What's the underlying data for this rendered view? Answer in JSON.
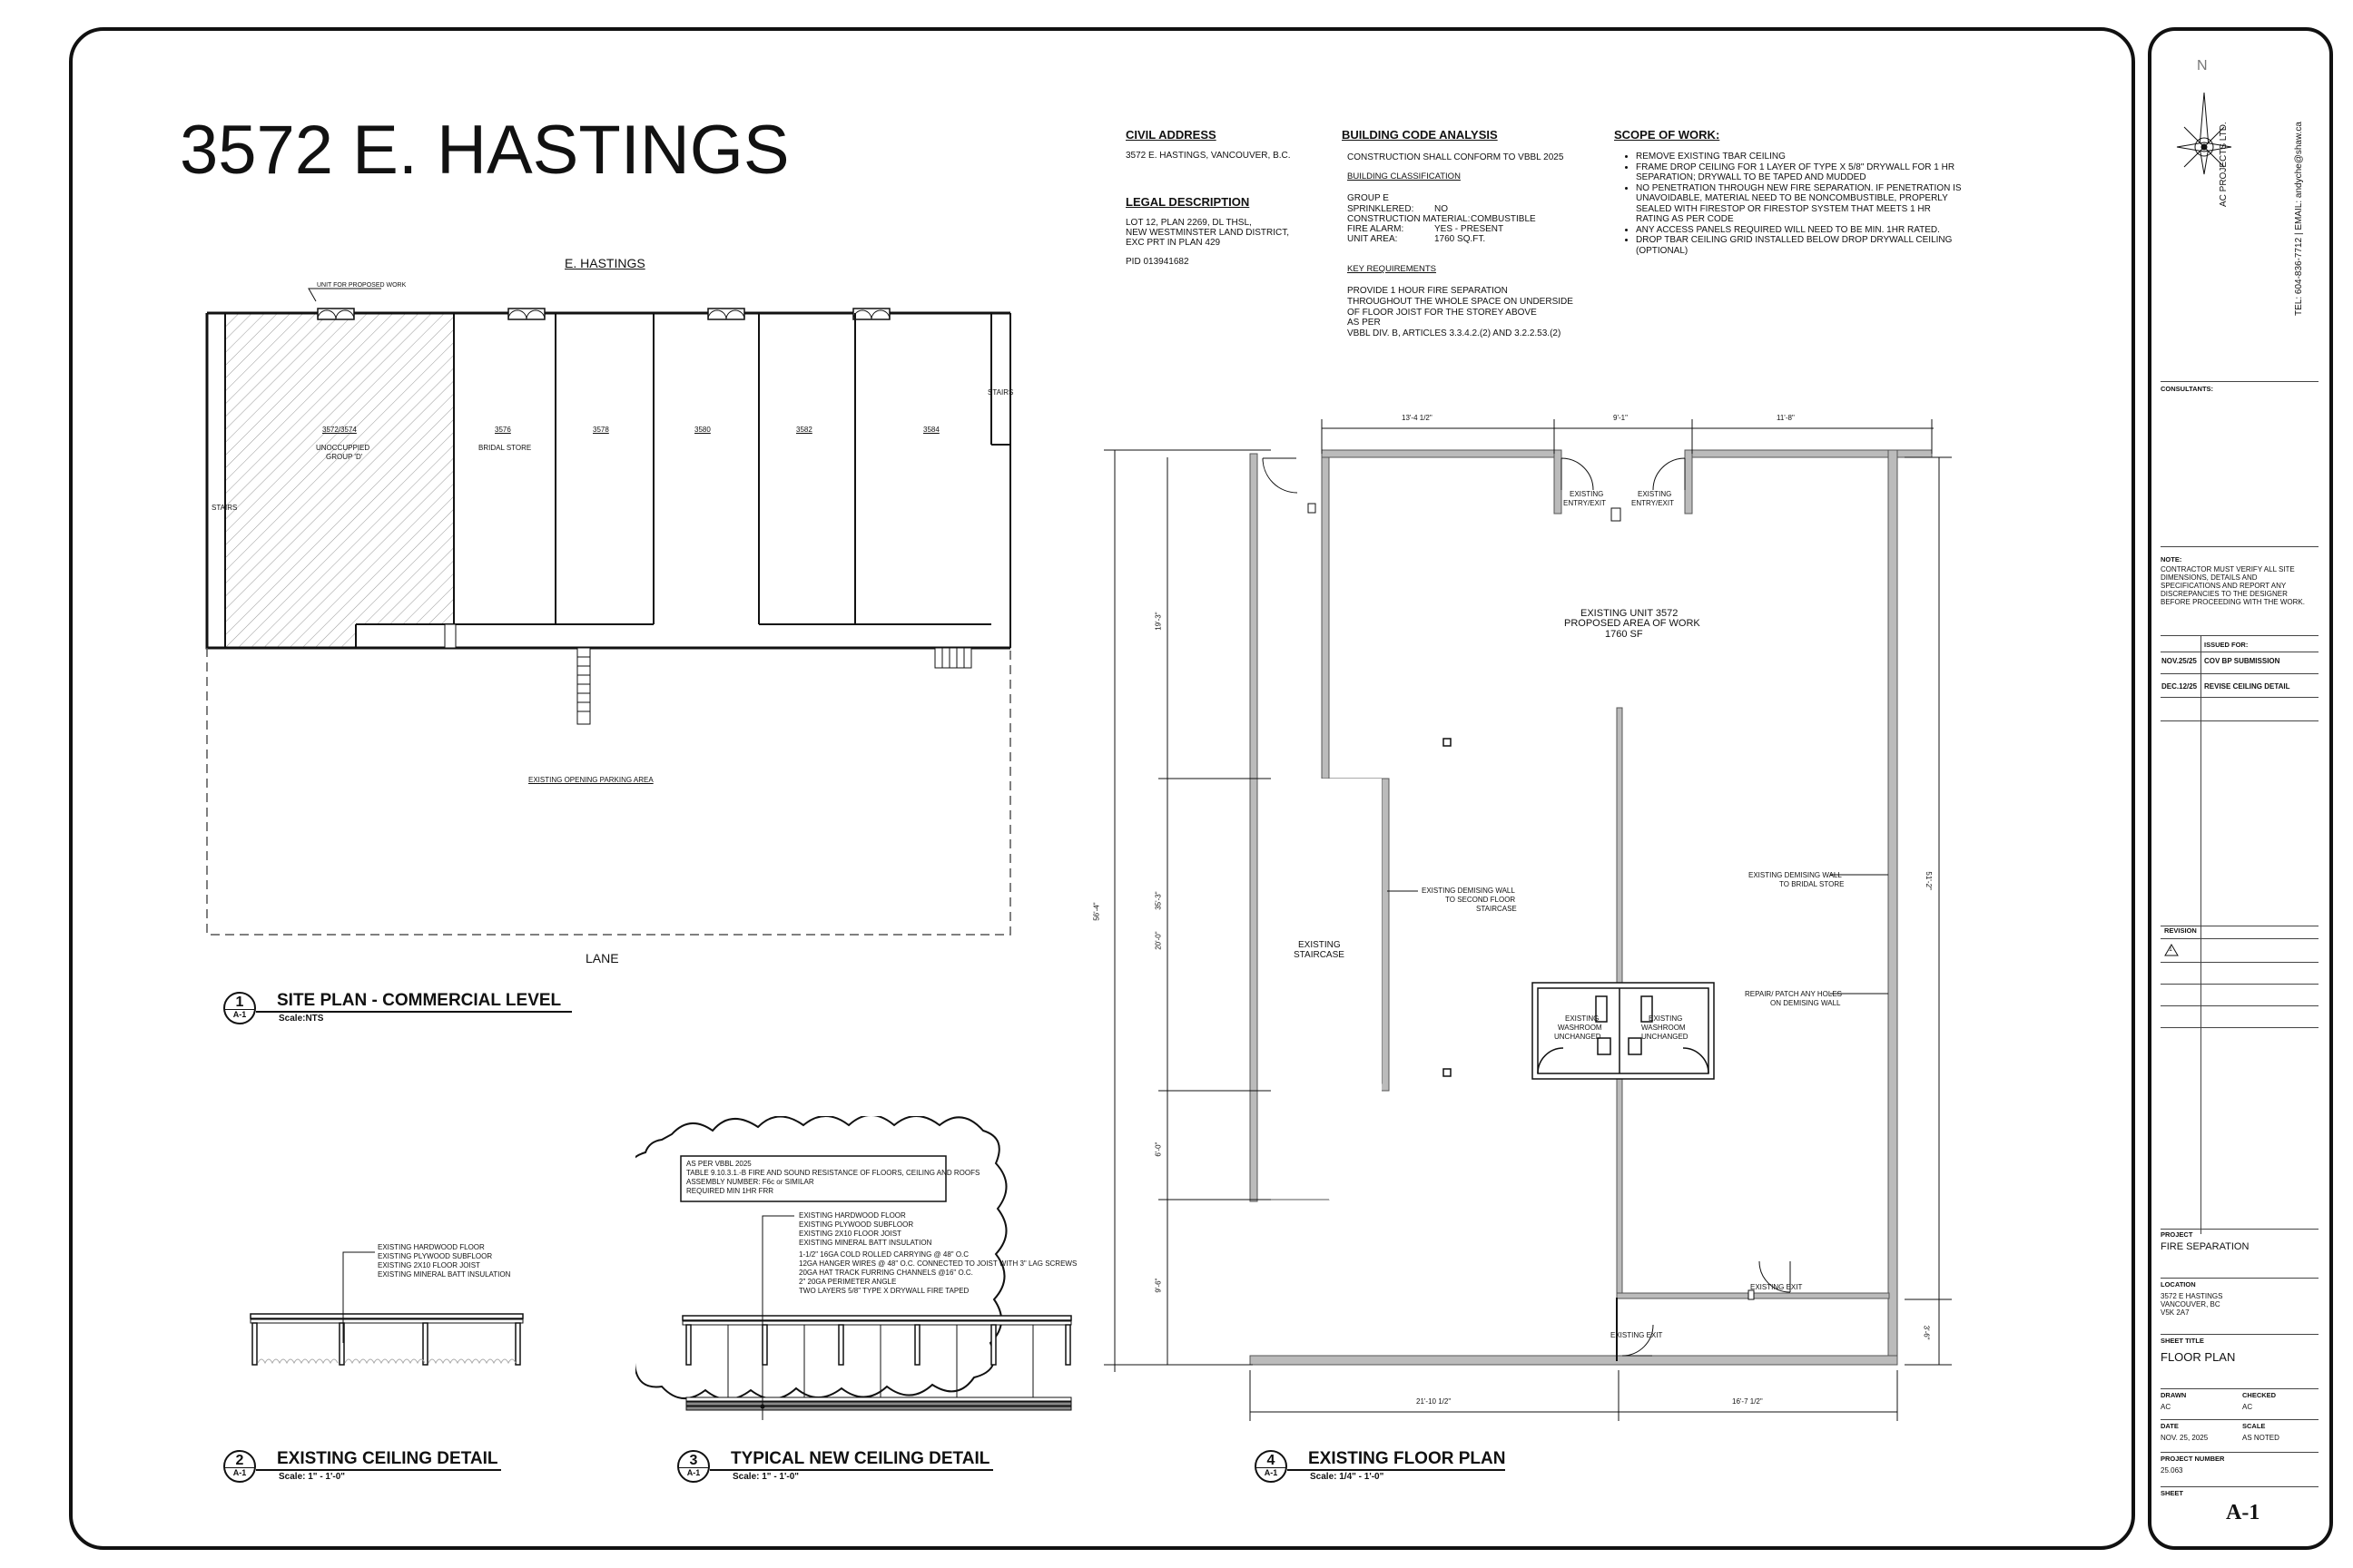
{
  "sheet": {
    "main_title": "3572 E. HASTINGS"
  },
  "info": {
    "civil_address_heading": "CIVIL ADDRESS",
    "civil_address": "3572  E. HASTINGS, VANCOUVER, B.C.",
    "legal_heading": "LEGAL DESCRIPTION",
    "legal_lines": [
      "LOT 12, PLAN 2269, DL THSL,",
      "NEW WESTMINSTER LAND DISTRICT,",
      "EXC PRT IN PLAN 429"
    ],
    "pid": "PID 013941682",
    "code_heading": "BUILDING CODE ANALYSIS",
    "code_conform": "CONSTRUCTION SHALL CONFORM TO VBBL 2025",
    "classification_heading": "BUILDING CLASSIFICATION",
    "classification": [
      {
        "k": "GROUP E",
        "v": ""
      },
      {
        "k": "SPRINKLERED:",
        "v": "NO"
      },
      {
        "k": "CONSTRUCTION MATERIAL:",
        "v": "COMBUSTIBLE"
      },
      {
        "k": "FIRE ALARM:",
        "v": "YES - PRESENT"
      },
      {
        "k": "UNIT AREA:",
        "v": "1760 SQ.FT."
      }
    ],
    "key_req_heading": "KEY REQUIREMENTS",
    "key_req_lines": [
      "PROVIDE 1 HOUR FIRE SEPARATION",
      "THROUGHOUT THE WHOLE SPACE ON UNDERSIDE",
      "OF FLOOR JOIST FOR THE STOREY ABOVE",
      "AS PER",
      "VBBL DIV. B, ARTICLES 3.3.4.2.(2) AND 3.2.2.53.(2)"
    ],
    "scope_heading": "SCOPE OF WORK:",
    "scope_items": [
      "REMOVE EXISTING TBAR CEILING",
      "FRAME DROP CEILING FOR 1 LAYER OF TYPE X 5/8\" DRYWALL FOR 1 HR SEPARATION; DRYWALL TO BE TAPED AND MUDDED",
      "NO PENETRATION THROUGH NEW FIRE SEPARATION. IF PENETRATION IS UNAVOIDABLE, MATERIAL NEED TO BE NONCOMBUSTIBLE, PROPERLY SEALED WITH FIRESTOP OR FIRESTOP SYSTEM THAT MEETS 1 HR RATING AS PER CODE",
      "ANY ACCESS PANELS REQUIRED WILL NEED TO BE MIN. 1HR RATED.",
      "DROP TBAR CEILING GRID INSTALLED BELOW DROP DRYWALL CEILING (OPTIONAL)"
    ]
  },
  "site_plan": {
    "street_label": "E. HASTINGS",
    "lane_label": "LANE",
    "unit_callout": "UNIT FOR PROPOSED WORK",
    "stairs_left": "STAIRS",
    "stairs_right": "STAIRS",
    "unit_main_number": "3572/3574",
    "unit_main_line1": "UNOCCUPPIED",
    "unit_main_line2": "GROUP 'D'",
    "units": [
      {
        "number": "3576",
        "desc": "BRIDAL STORE"
      },
      {
        "number": "3578",
        "desc": ""
      },
      {
        "number": "3580",
        "desc": ""
      },
      {
        "number": "3582",
        "desc": ""
      },
      {
        "number": "3584",
        "desc": ""
      }
    ],
    "parking_label": "EXISTING OPENING PARKING AREA"
  },
  "titles": {
    "d1_num": "1",
    "d1_sheet": "A-1",
    "d1_title": "SITE PLAN - COMMERCIAL LEVEL",
    "d1_scale": "Scale:NTS",
    "d2_num": "2",
    "d2_sheet": "A-1",
    "d2_title": "EXISTING CEILING DETAIL",
    "d2_scale": "Scale: 1\" - 1'-0\"",
    "d3_num": "3",
    "d3_sheet": "A-1",
    "d3_title": "TYPICAL NEW CEILING DETAIL",
    "d3_scale": "Scale: 1\" - 1'-0\"",
    "d4_num": "4",
    "d4_sheet": "A-1",
    "d4_title": "EXISTING FLOOR PLAN",
    "d4_scale": "Scale: 1/4\" - 1'-0\""
  },
  "ceiling_existing_notes": [
    "EXISTING HARDWOOD FLOOR",
    "EXISTING PLYWOOD SUBFLOOR",
    "EXISTING 2X10 FLOOR JOIST",
    "EXISTING MINERAL BATT INSULATION"
  ],
  "ceiling_new": {
    "box_lines": [
      "AS PER VBBL 2025",
      "TABLE 9.10.3.1.-B FIRE AND SOUND RESISTANCE OF FLOORS, CEILING AND ROOFS",
      "ASSEMBLY NUMBER: F6c or SIMILAR",
      "REQUIRED MIN 1HR FRR"
    ],
    "notes": [
      "EXISTING HARDWOOD FLOOR",
      "EXISTING PLYWOOD SUBFLOOR",
      "EXISTING 2X10 FLOOR JOIST",
      "EXISTING MINERAL BATT INSULATION",
      "1-1/2\" 16GA COLD ROLLED CARRYING  @ 48\" O.C",
      "12GA HANGER WIRES @ 48\" O.C. CONNECTED TO JOIST WITH 3\" LAG SCREWS",
      "20GA HAT TRACK FURRING CHANNELS @16\" O.C.",
      "2\" 20GA PERIMETER ANGLE",
      "TWO LAYERS 5/8\" TYPE X DRYWALL FIRE TAPED"
    ]
  },
  "floor_plan": {
    "dim_top": [
      "13'-4 1/2\"",
      "9'-1\"",
      "11'-8\""
    ],
    "dim_bottom": [
      "21'-10 1/2\"",
      "16'-7 1/2\""
    ],
    "dim_left_total": "56'-4\"",
    "dim_left": [
      "19'-3\"",
      "20'-0\"",
      "6'-0\"",
      "9'-6\""
    ],
    "dim_left_mid": "35'-3\"",
    "dim_right": [
      "51'-2\"",
      "3'-6\""
    ],
    "entry_left": [
      "EXISTING",
      "ENTRY/EXIT"
    ],
    "entry_right": [
      "EXISTING",
      "ENTRY/EXIT"
    ],
    "unit_lines": [
      "EXISTING UNIT 3572",
      "PROPOSED AREA OF WORK",
      "1760 SF"
    ],
    "staircase": [
      "EXISTING",
      "STAIRCASE"
    ],
    "demise_left": [
      "EXISTING DEMISING WALL",
      "TO SECOND FLOOR",
      "STAIRCASE"
    ],
    "demise_right": [
      "EXISTING DEMISING WALL",
      "TO BRIDAL STORE"
    ],
    "repair": [
      "REPAIR/ PATCH ANY HOLES",
      "ON DEMISING WALL"
    ],
    "washroom_left": [
      "EXISTING",
      "WASHROOM",
      "UNCHANGED"
    ],
    "washroom_right": [
      "EXISTING",
      "WASHROOM",
      "UNCHANGED"
    ],
    "exit_right": "EXISTING EXIT",
    "exit_bottom": "EXISTING EXIT"
  },
  "title_block": {
    "north": "N",
    "company": "AC PROJECTS LTD.",
    "contact": "TEL: 604-836-7712  |  EMAIL: andyche@shaw.ca",
    "consultants_label": "CONSULTANTS:",
    "note_label": "NOTE:",
    "note_lines": [
      "CONTRACTOR MUST VERIFY ALL SITE",
      "DIMENSIONS, DETAILS AND",
      "SPECIFICATIONS AND REPORT ANY",
      "DISCREPANCIES TO THE DESIGNER",
      "BEFORE  PROCEEDING WITH THE WORK."
    ],
    "issued_for_label": "ISSUED FOR:",
    "issues": [
      {
        "date": "NOV.25/25",
        "desc": "COV BP SUBMISSION"
      },
      {
        "date": "DEC.12/25",
        "desc": "REVISE CEILING DETAIL"
      }
    ],
    "revision_label": "REVISION",
    "revision_mark": "1",
    "project_label": "PROJECT",
    "project": "FIRE SEPARATION",
    "location_label": "LOCATION",
    "location_lines": [
      "3572 E HASTINGS",
      "VANCOUVER, BC",
      "V5K 2A7"
    ],
    "sheet_title_label": "SHEET TITLE",
    "sheet_title": "FLOOR PLAN",
    "drawn_label": "DRAWN",
    "drawn": "AC",
    "checked_label": "CHECKED",
    "checked": "AC",
    "date_label": "DATE",
    "date": "NOV. 25, 2025",
    "scale_label": "SCALE",
    "scale": "AS NOTED",
    "project_number_label": "PROJECT NUMBER",
    "project_number": "25.063",
    "sheet_label": "SHEET",
    "sheet": "A-1"
  }
}
